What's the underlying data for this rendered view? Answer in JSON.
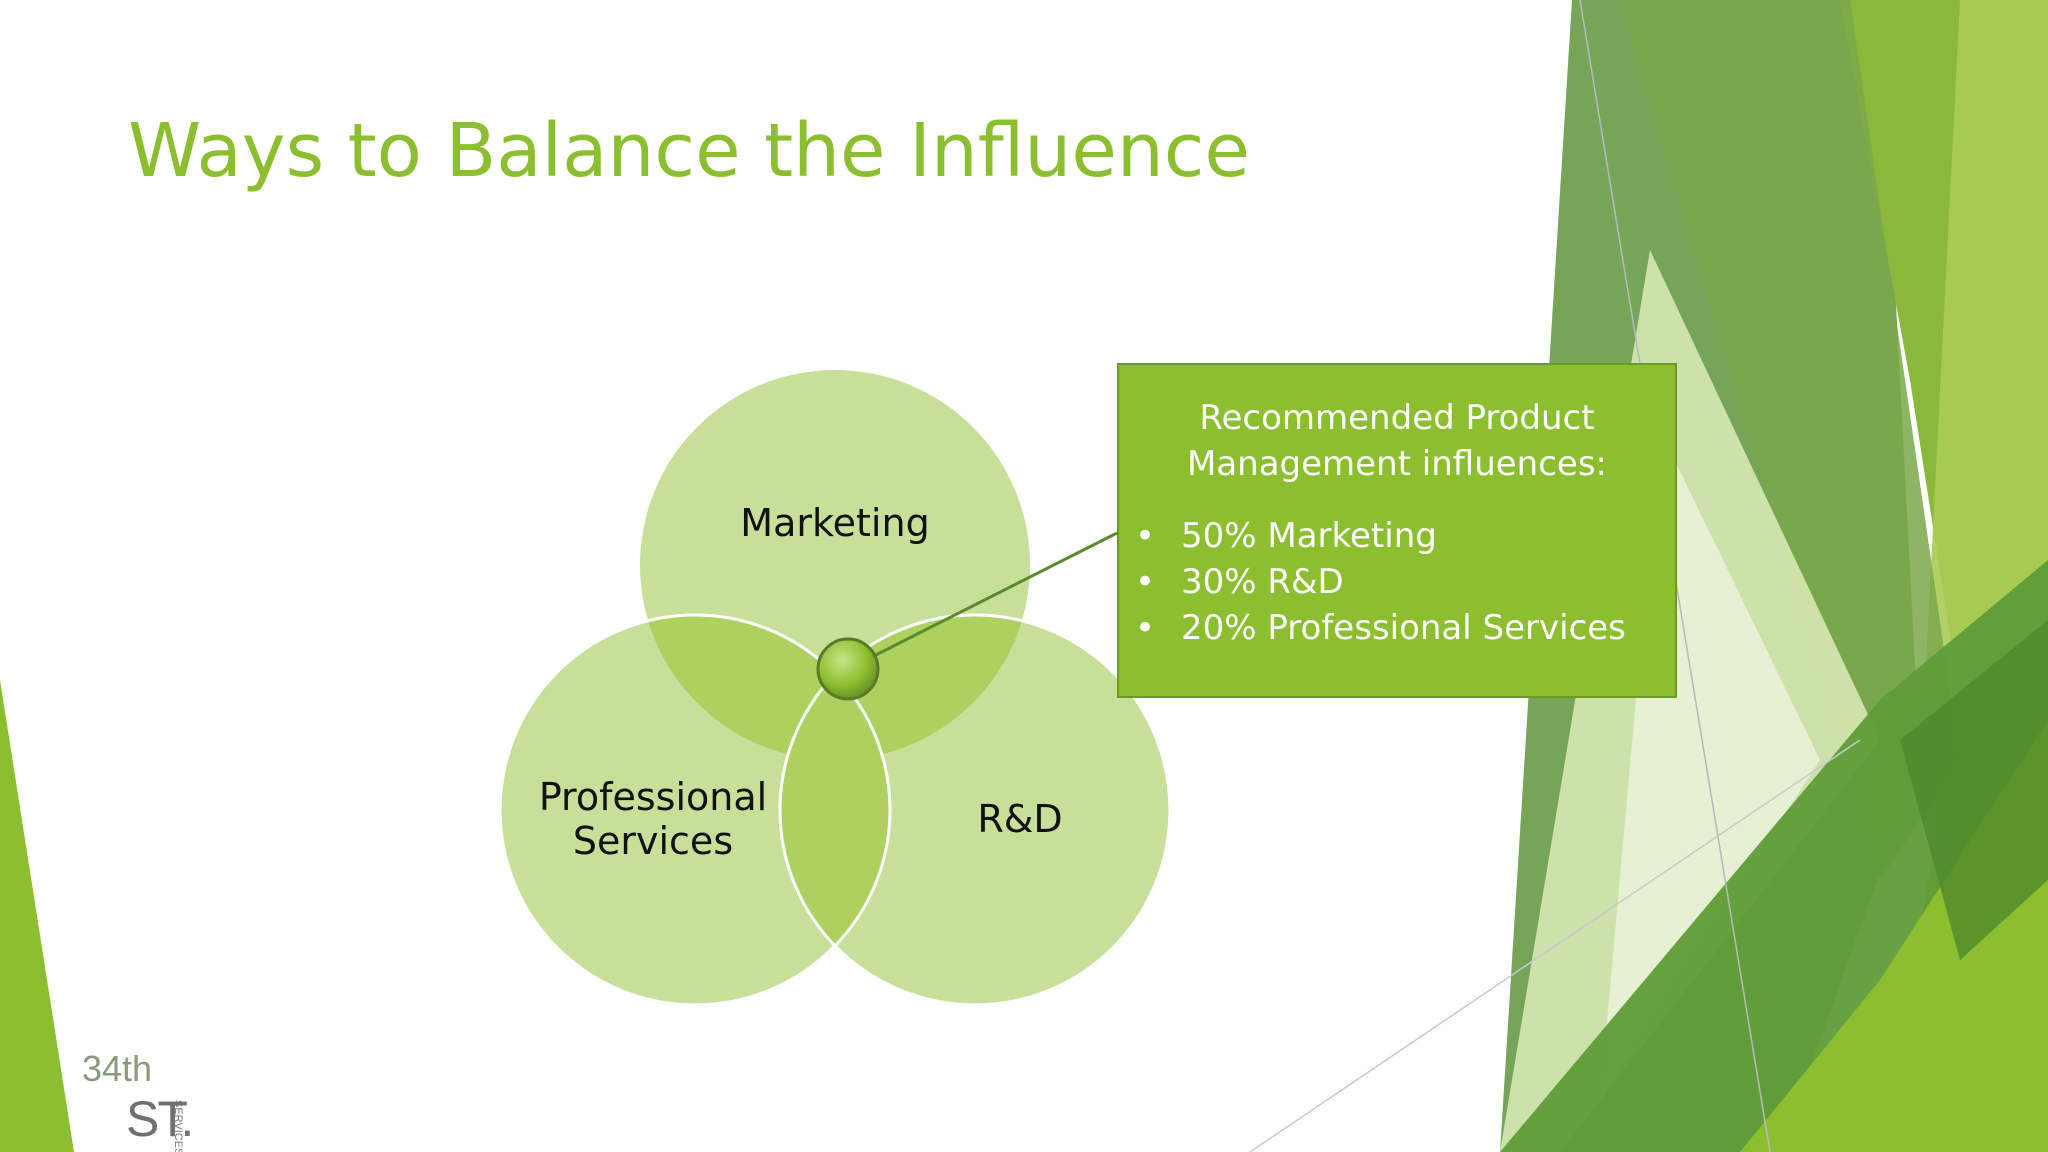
{
  "slide": {
    "title": "Ways to Balance the Influence"
  },
  "diagram": {
    "circles": [
      {
        "label_lines": [
          "Marketing"
        ]
      },
      {
        "label_lines": [
          "Professional",
          "Services"
        ]
      },
      {
        "label_lines": [
          "R&D"
        ]
      }
    ]
  },
  "callout": {
    "heading_lines": [
      "Recommended Product",
      "Management influences:"
    ],
    "bullet_symbol": "•",
    "items": [
      "50% Marketing",
      "30% R&D",
      "20% Professional Services"
    ]
  },
  "logo": {
    "number": "34th",
    "letters": "ST.",
    "side_text": "SERVICES"
  },
  "colors": {
    "accent": "#8cbf2f",
    "circle_fill": "#c7df99",
    "overlap_fill": "#aed05f",
    "dark_green": "#5a8a2a"
  }
}
